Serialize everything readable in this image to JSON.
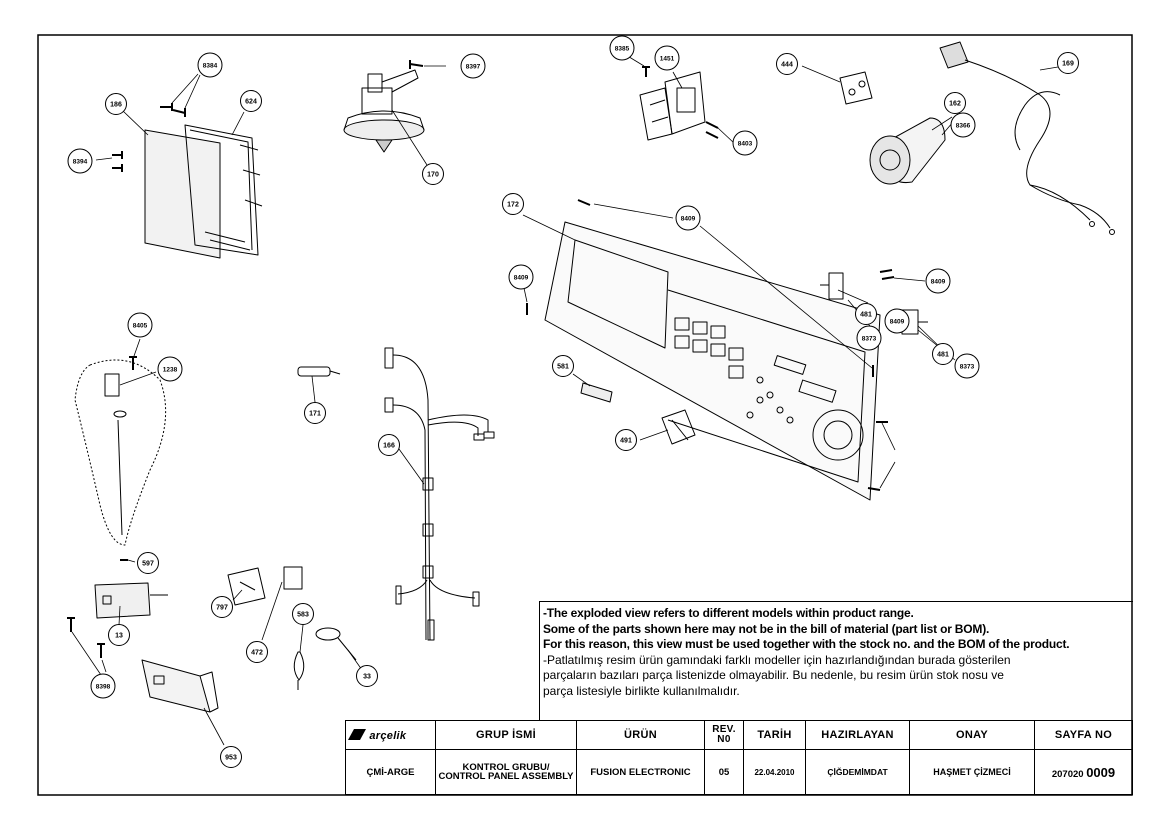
{
  "callouts": [
    "8384",
    "186",
    "624",
    "8394",
    "8397",
    "170",
    "8385",
    "1451",
    "8403",
    "444",
    "169",
    "162",
    "8366",
    "172",
    "8409",
    "8409",
    "8409",
    "8409",
    "481",
    "8373",
    "481",
    "8373",
    "8405",
    "1238",
    "171",
    "166",
    "581",
    "491",
    "597",
    "13",
    "797",
    "472",
    "583",
    "33",
    "8398",
    "953"
  ],
  "notes": {
    "en_1": "-The exploded view refers to different models within product range.",
    "en_2": "Some of the parts shown here may not be in the bill of material (part list or BOM).",
    "en_3": "For this reason, this view must be used together with the stock no. and the BOM of the product.",
    "tr_1": "-Patlatılmış resim ürün gamındaki farklı modeller için hazırlandığından burada gösterilen",
    "tr_2": "parçaların bazıları parça listenizde olmayabilir. Bu nedenle, bu resim ürün stok nosu ve",
    "tr_3": "parça listesiyle birlikte kullanılmalıdır."
  },
  "title_block": {
    "brand": "arçelik",
    "headers": {
      "group": "GRUP İSMİ",
      "product": "ÜRÜN",
      "rev_line1": "REV.",
      "rev_line2": "N0",
      "date": "TARİH",
      "prepared": "HAZIRLAYAN",
      "approval": "ONAY",
      "page": "SAYFA NO"
    },
    "values": {
      "company": "ÇMİ-ARGE",
      "group_line1": "KONTROL GRUBU/",
      "group_line2": "CONTROL PANEL ASSEMBLY",
      "product": "FUSION ELECTRONIC",
      "rev": "05",
      "date": "22.04.2010",
      "prepared": "ÇİĞDEMİMDAT",
      "approval": "HAŞMET ÇİZMECİ",
      "page_prefix": "207020",
      "page_number": "0009"
    }
  }
}
